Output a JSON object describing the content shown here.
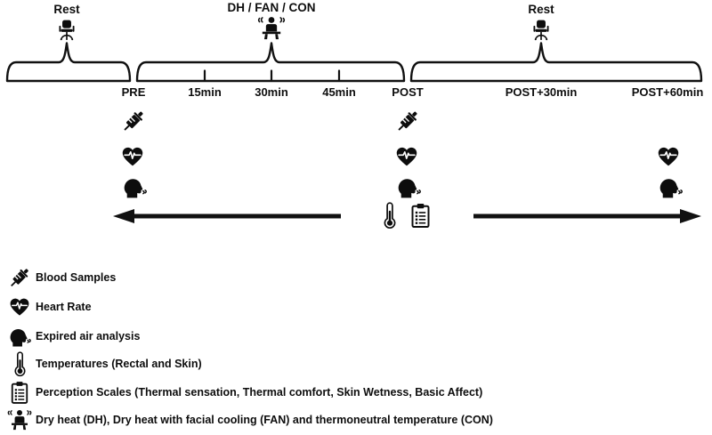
{
  "figure": {
    "phases": [
      {
        "label": "Rest",
        "icon": "office-chair"
      },
      {
        "label": "DH / FAN / CON",
        "icon": "heated-seated-person"
      },
      {
        "label": "Rest",
        "icon": "office-chair"
      }
    ],
    "timepoints": [
      "PRE",
      "15min",
      "30min",
      "45min",
      "POST",
      "POST+30min",
      "POST+60min"
    ],
    "measurements": {
      "PRE": [
        "blood-samples",
        "heart-rate",
        "expired-air-analysis"
      ],
      "POST": [
        "blood-samples",
        "heart-rate",
        "expired-air-analysis",
        "temperatures",
        "perception-scales"
      ],
      "POST+60min": [
        "heart-rate",
        "expired-air-analysis"
      ]
    },
    "legend": [
      {
        "icon": "syringe-icon",
        "label": "Blood Samples"
      },
      {
        "icon": "heart-rate-icon",
        "label": "Heart Rate"
      },
      {
        "icon": "expired-air-icon",
        "label": "Expired air analysis"
      },
      {
        "icon": "thermometer-icon",
        "label": "Temperatures (Rectal and Skin)"
      },
      {
        "icon": "clipboard-icon",
        "label": "Perception Scales (Thermal sensation, Thermal comfort, Skin Wetness, Basic Affect)"
      },
      {
        "icon": "heated-seated-person-icon",
        "label": "Dry heat (DH), Dry heat with facial cooling (FAN) and thermoneutral temperature (CON)"
      }
    ],
    "colors": {
      "ink": "#111111",
      "background": "#ffffff"
    }
  }
}
